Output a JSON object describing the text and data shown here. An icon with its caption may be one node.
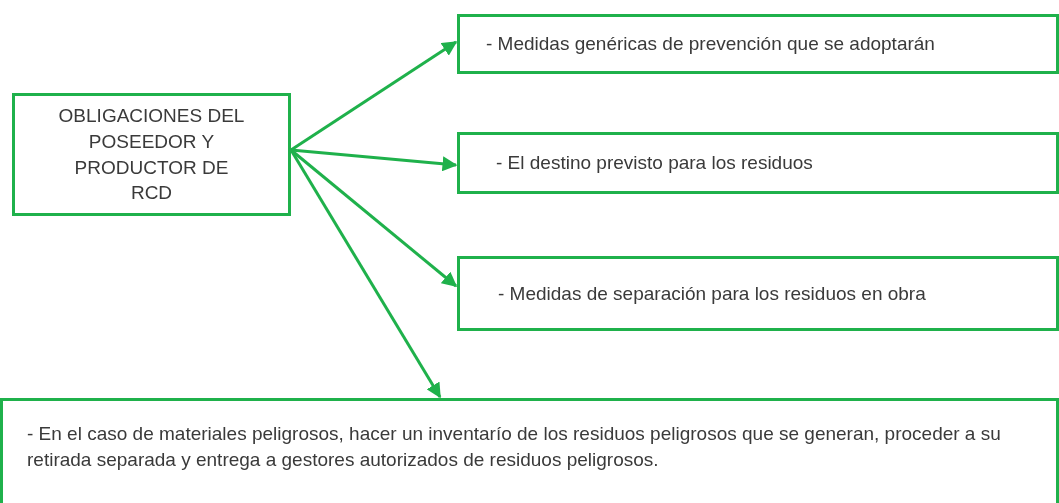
{
  "diagram": {
    "nodes": [
      {
        "text": [
          "OBLIGACIONES DEL POSEEDOR Y PRODUCTOR DE RCD"
        ]
      },
      {
        "text": [
          "- Medidas genéricas de prevención que se adoptarán"
        ]
      },
      {
        "text": [
          "- El destino previsto para los residuos"
        ]
      },
      {
        "text": [
          "- Medidas de separación para los residuos en obra"
        ]
      },
      {
        "text": [
          "- En el caso de materiales peligrosos, hacer un inventarío de los residuos peligrosos que se generan, proceder a su retirada separada y entrega a gestores autorizados de residuos peligrosos."
        ]
      }
    ],
    "edges": [
      {
        "from": 0,
        "to": 1,
        "arrow": "to"
      },
      {
        "from": 0,
        "to": 2,
        "arrow": "to"
      },
      {
        "from": 0,
        "to": 3,
        "arrow": "to"
      },
      {
        "from": 0,
        "to": 4,
        "arrow": "to"
      }
    ]
  }
}
